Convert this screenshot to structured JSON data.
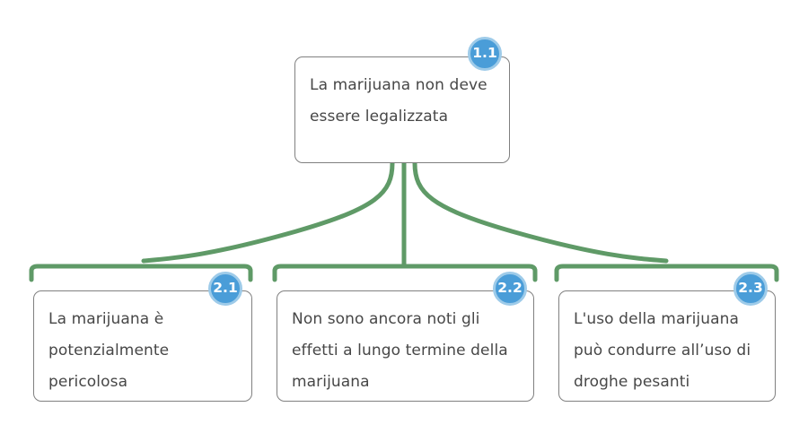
{
  "diagram": {
    "type": "argument-map",
    "language": "it",
    "background_color": "#ffffff",
    "connector_color": "#5f9a67",
    "node_border_color": "#808080",
    "node_text_color": "#474747",
    "badge_fill_color": "#4a9dd8",
    "badge_ring_color": "#9ecbe9",
    "badge_text_color": "#ffffff"
  },
  "nodes": {
    "root": {
      "id": "1.1",
      "text": "La marijuana non deve essere legalizzata"
    },
    "children": [
      {
        "id": "2.1",
        "text": "La marijuana è potenzialmente pericolosa"
      },
      {
        "id": "2.2",
        "text": "Non sono ancora noti gli effetti a lungo termine della marijuana"
      },
      {
        "id": "2.3",
        "text": "L'uso della marijuana può condurre all’uso di droghe pesanti"
      }
    ]
  }
}
